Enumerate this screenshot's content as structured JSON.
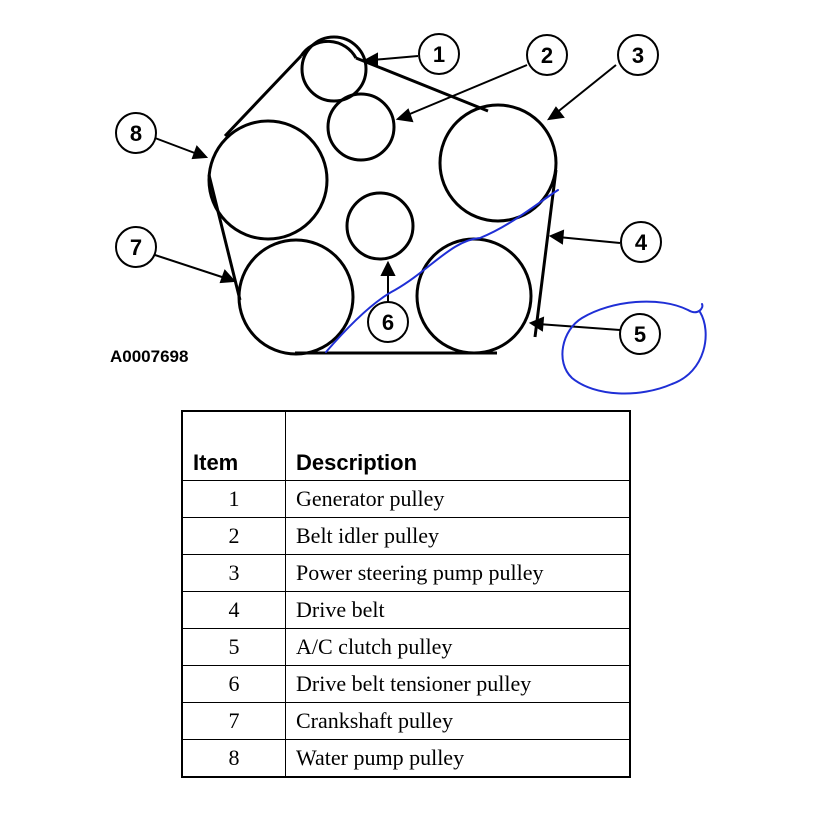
{
  "figure_id": "A0007698",
  "callouts": [
    "1",
    "2",
    "3",
    "4",
    "5",
    "6",
    "7",
    "8"
  ],
  "colors": {
    "line": "#000000",
    "annotation": "#1f2fd6"
  },
  "table": {
    "headers": {
      "item": "Item",
      "description": "Description"
    },
    "rows": [
      {
        "item": "1",
        "description": "Generator pulley"
      },
      {
        "item": "2",
        "description": "Belt idler pulley"
      },
      {
        "item": "3",
        "description": "Power steering pump pulley"
      },
      {
        "item": "4",
        "description": "Drive belt"
      },
      {
        "item": "5",
        "description": "A/C clutch pulley"
      },
      {
        "item": "6",
        "description": "Drive belt tensioner pulley"
      },
      {
        "item": "7",
        "description": "Crankshaft pulley"
      },
      {
        "item": "8",
        "description": "Water pump pulley"
      }
    ]
  }
}
